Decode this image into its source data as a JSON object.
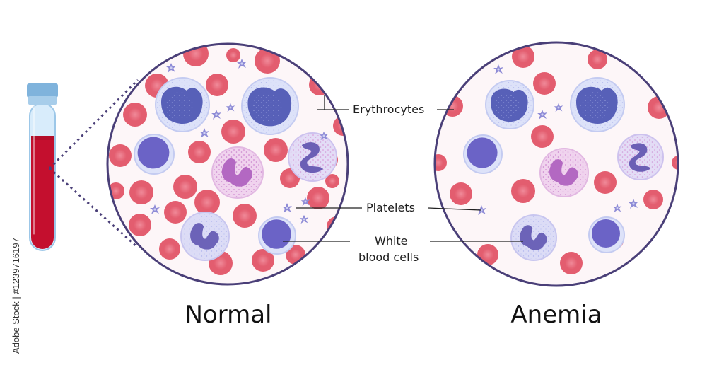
{
  "labels": {
    "erythrocytes": "Erythrocytes",
    "platelets": "Platelets",
    "white_1": "White",
    "white_2": "blood cells"
  },
  "panels": {
    "normal": "Normal",
    "anemia": "Anemia"
  },
  "watermark": {
    "stock_id": "Adobe Stock | #1239716197"
  },
  "colors": {
    "circle_outline": "#4a3f78",
    "background_fill": "#fdf6f8",
    "erythrocyte": "#e35d6f",
    "blood": "#c40f2e",
    "tube_cap": "#7fb3dc",
    "lymphocyte": "#6b63c6",
    "neutrophil": "#5760b8",
    "eosinophil": "#b368c2",
    "platelet": "#8e8bd6"
  },
  "icons": [
    "test-tube-icon",
    "erythrocyte-icon",
    "platelet-icon",
    "white-blood-cell-icon"
  ]
}
